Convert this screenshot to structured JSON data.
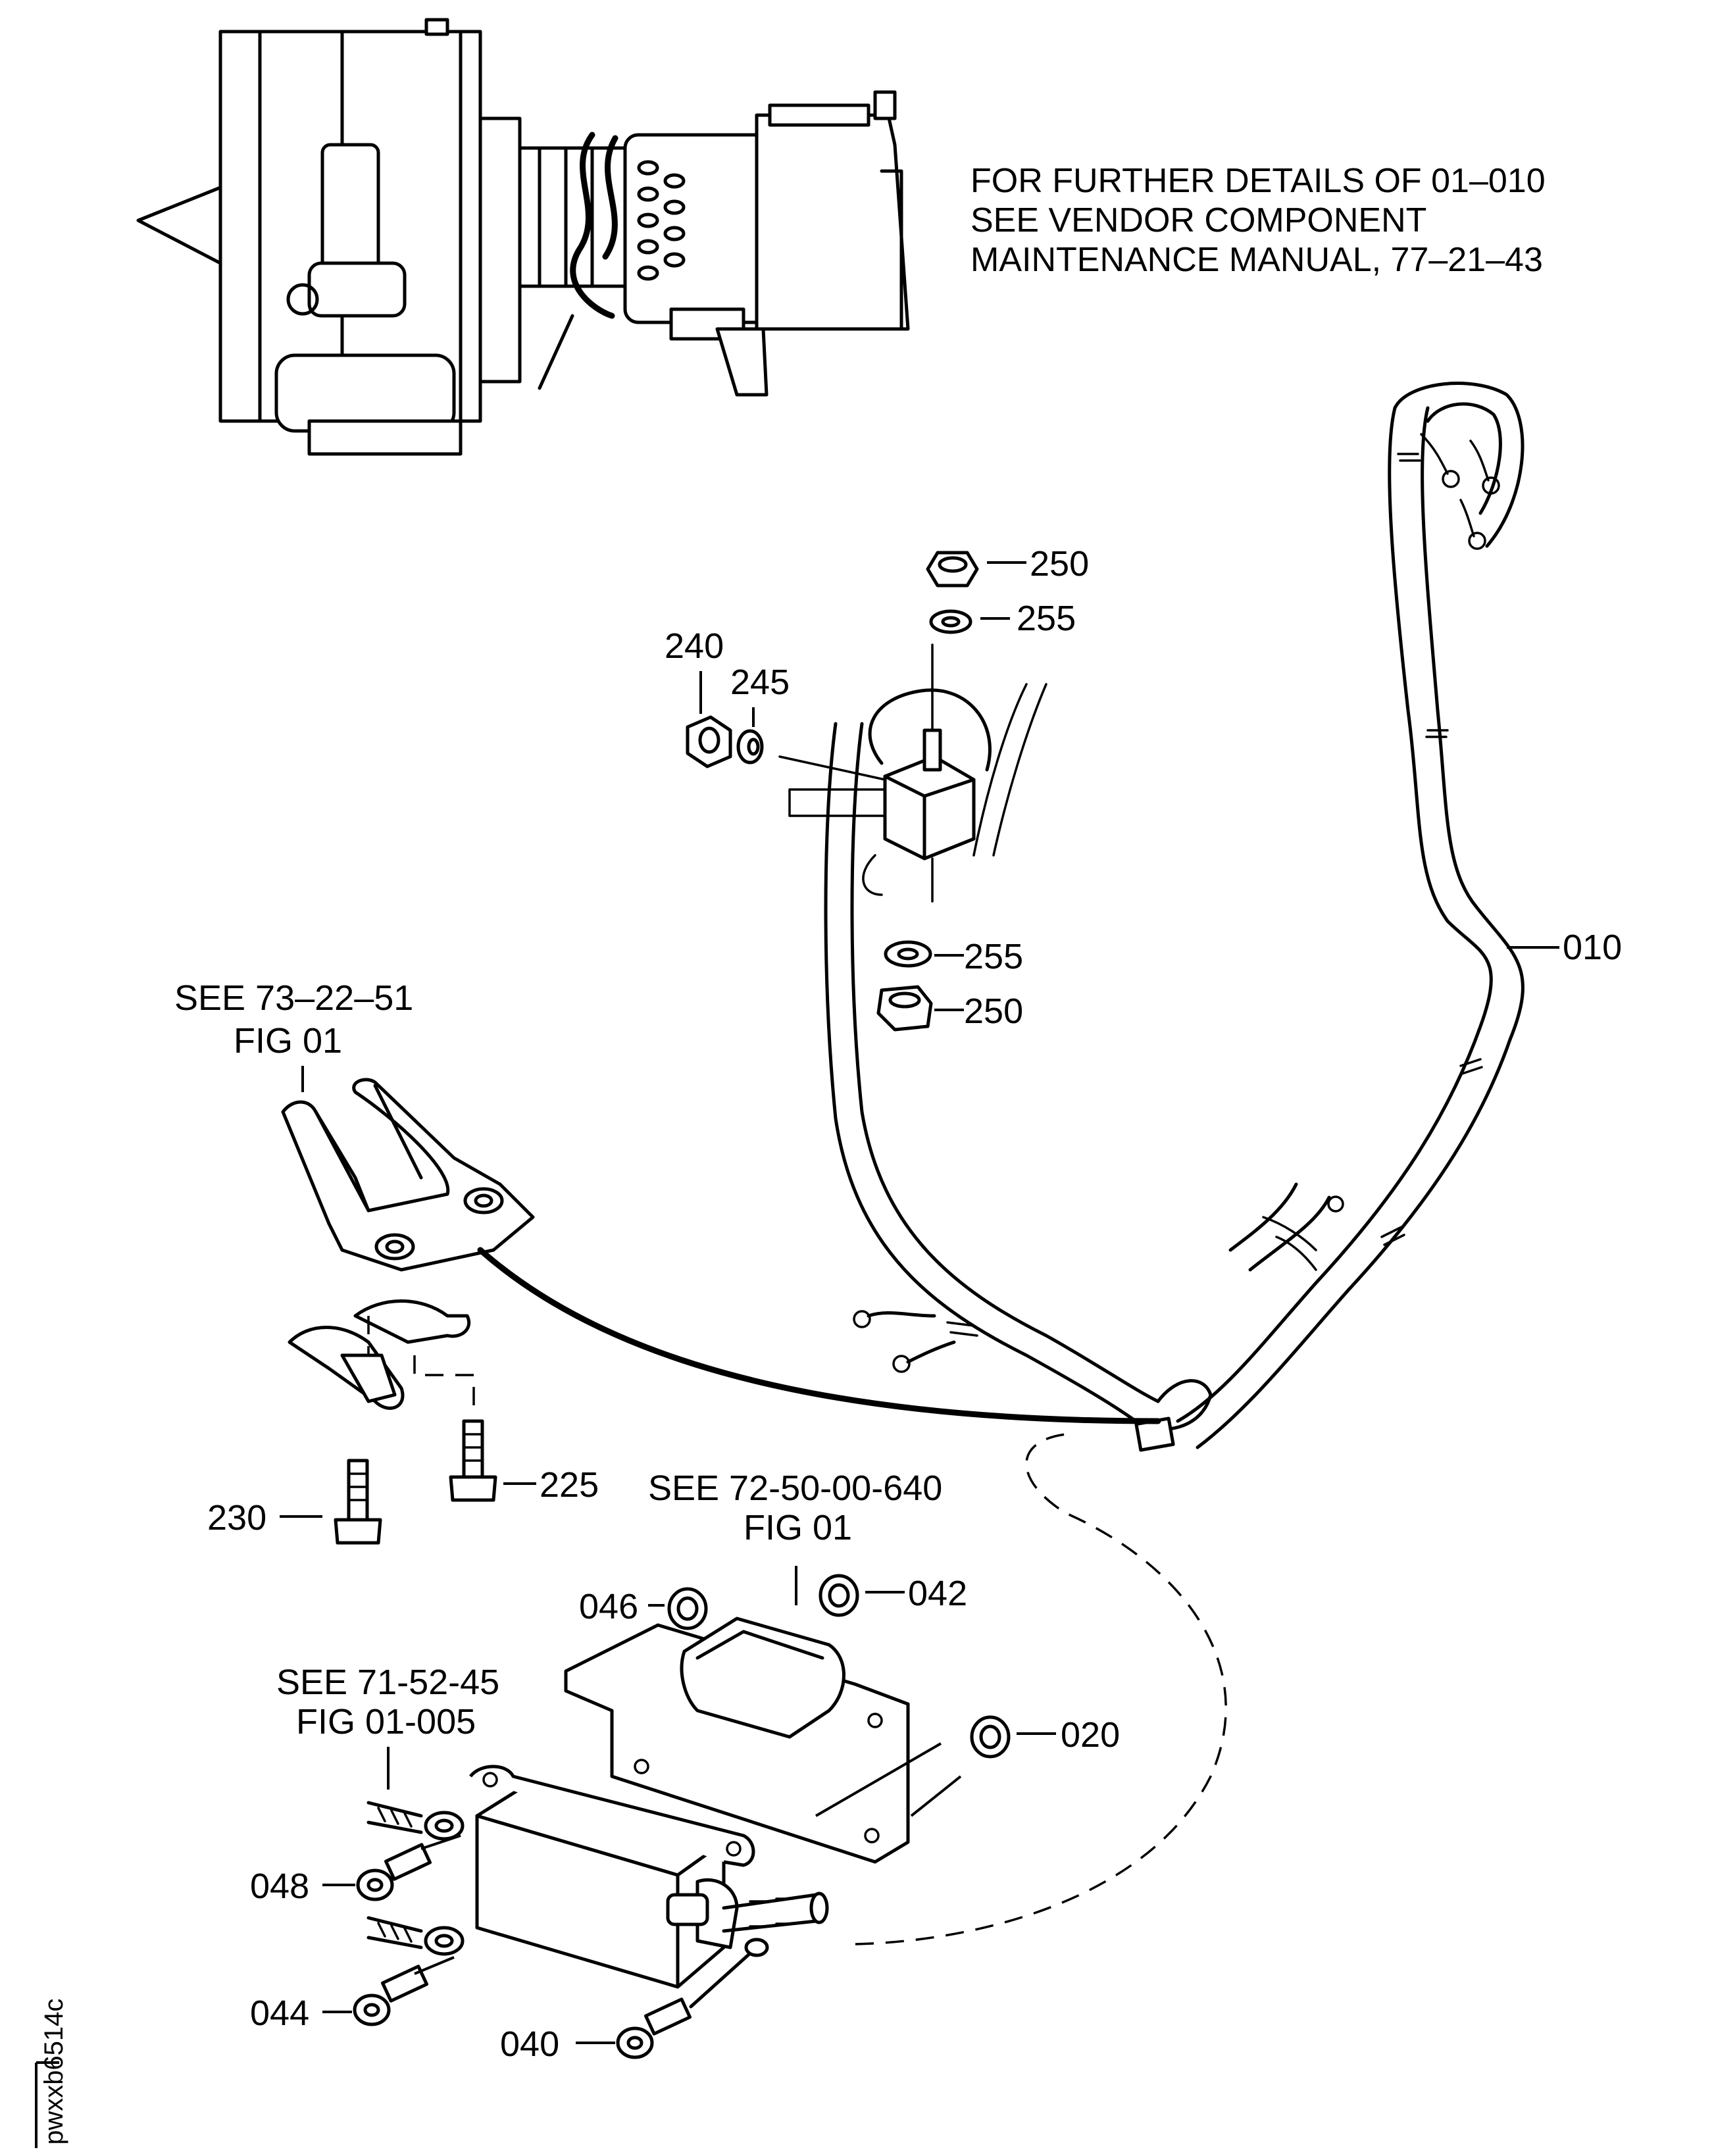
{
  "figure": {
    "note_lines": [
      "FOR FURTHER DETAILS OF 01–010",
      "SEE VENDOR COMPONENT",
      "MAINTENANCE MANUAL, 77–21–43"
    ],
    "references": {
      "ref_73_22_51": [
        "SEE 73–22–51",
        "FIG 01"
      ],
      "ref_72_50_00_640": [
        "SEE 72-50-00-640",
        "FIG 01"
      ],
      "ref_71_52_45": [
        "SEE 71-52-45",
        "FIG 01-005"
      ]
    },
    "callouts": {
      "nut_250_top": "250",
      "washer_255_top": "255",
      "nut_240": "240",
      "washer_245": "245",
      "washer_255_bottom": "255",
      "nut_250_bottom": "250",
      "harness_010": "010",
      "bolt_230": "230",
      "bolt_225": "225",
      "grommet_046": "046",
      "grommet_042": "042",
      "grommet_020": "020",
      "bolt_048": "048",
      "bolt_044": "044",
      "bolt_040": "040"
    },
    "drawing_code": "pwxxb6514c"
  }
}
